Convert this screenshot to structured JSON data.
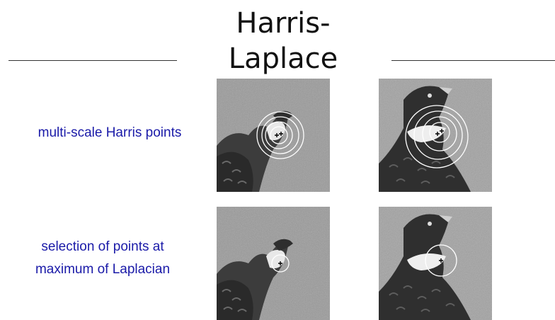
{
  "slide": {
    "title_line1": "Harris-",
    "title_line2": "Laplace"
  },
  "rows": [
    {
      "label": "multi-scale Harris points"
    },
    {
      "label_line1": "selection of points at",
      "label_line2": "maximum of Laplacian"
    }
  ],
  "colors": {
    "label_text": "#1a1aa8",
    "title_text": "#111111",
    "rule": "#333333"
  }
}
